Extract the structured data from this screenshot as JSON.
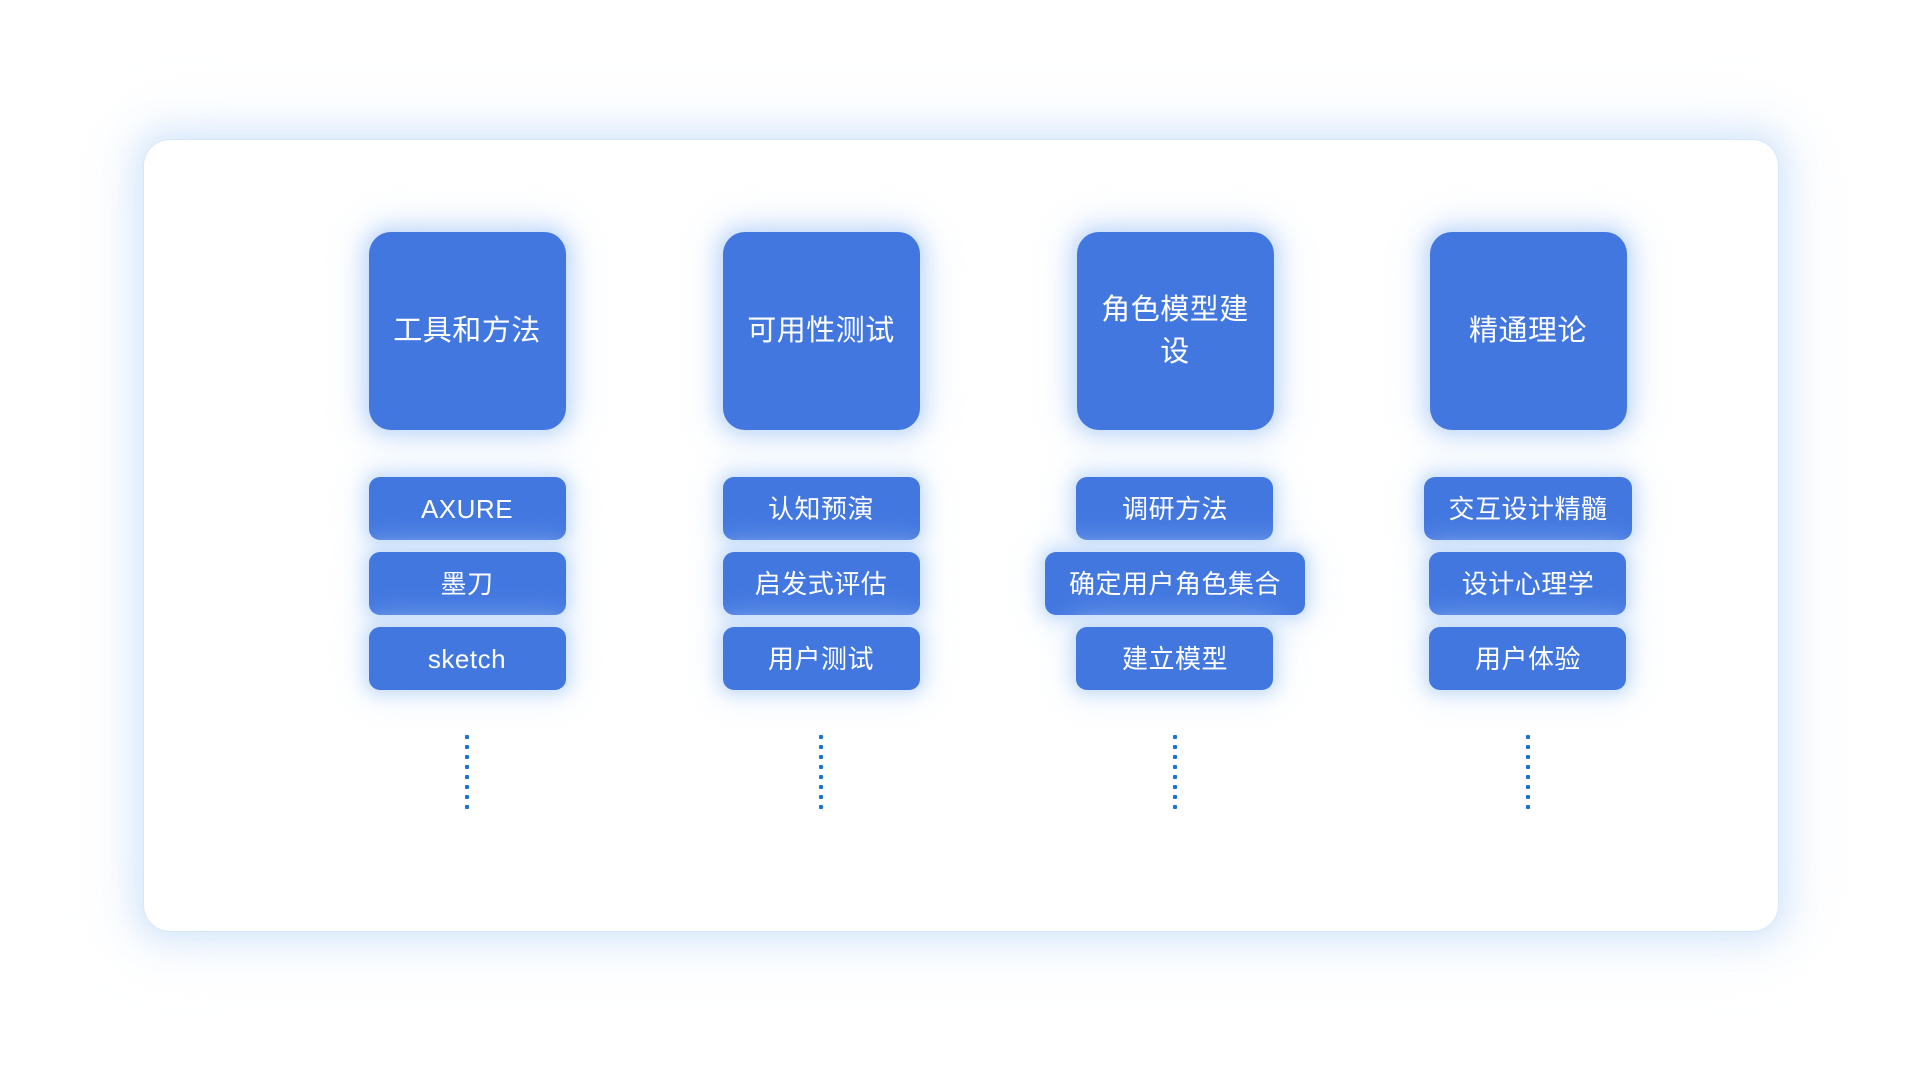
{
  "page": {
    "background_color": "#ffffff",
    "panel_background": "#ffffff",
    "accent_color": "#4277e0",
    "dot_color": "#1a73cf",
    "glow_color": "#c4dcfa",
    "text_color": "#ffffff"
  },
  "columns": [
    {
      "header": "工具和方法",
      "items": [
        "AXURE",
        "墨刀",
        "sketch"
      ],
      "continuation_dots": 8
    },
    {
      "header": "可用性测试",
      "items": [
        "认知预演",
        "启发式评估",
        "用户测试"
      ],
      "continuation_dots": 8
    },
    {
      "header": "角色模型建设",
      "items": [
        "调研方法",
        "确定用户角色集合",
        "建立模型"
      ],
      "continuation_dots": 8
    },
    {
      "header": "精通理论",
      "items": [
        "交互设计精髓",
        "设计心理学",
        "用户体验"
      ],
      "continuation_dots": 8
    }
  ]
}
